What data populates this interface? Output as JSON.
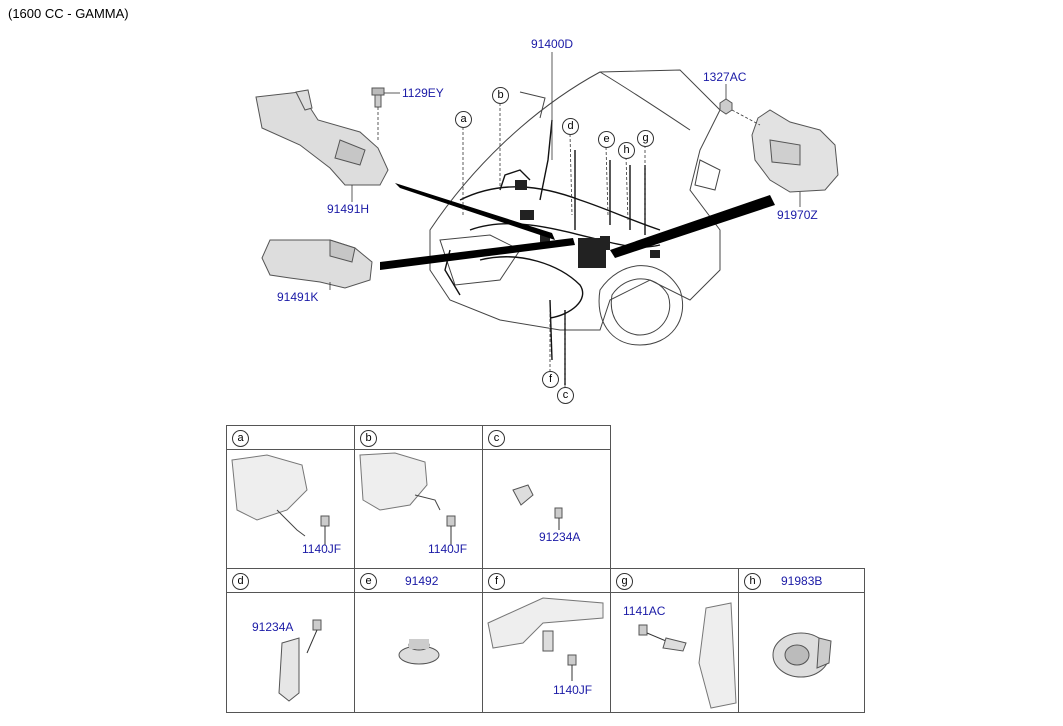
{
  "header": {
    "engine_note": "(1600 CC - GAMMA)"
  },
  "main_labels": {
    "harness": "91400D",
    "bolt_top": "1129EY",
    "bracket_h": "91491H",
    "bracket_k": "91491K",
    "nut": "1327AC",
    "cover": "91970Z"
  },
  "callouts": [
    "a",
    "b",
    "c",
    "d",
    "e",
    "f",
    "g",
    "h"
  ],
  "detail_cells": [
    {
      "letter": "a",
      "header_part": "",
      "parts": [
        "1140JF"
      ]
    },
    {
      "letter": "b",
      "header_part": "",
      "parts": [
        "1140JF"
      ]
    },
    {
      "letter": "c",
      "header_part": "",
      "parts": [
        "91234A"
      ]
    },
    {
      "letter": "d",
      "header_part": "",
      "parts": [
        "91234A"
      ]
    },
    {
      "letter": "e",
      "header_part": "91492",
      "parts": []
    },
    {
      "letter": "f",
      "header_part": "",
      "parts": [
        "1140JF"
      ]
    },
    {
      "letter": "g",
      "header_part": "",
      "parts": [
        "1141AC"
      ]
    },
    {
      "letter": "h",
      "header_part": "91983B",
      "parts": []
    }
  ],
  "colors": {
    "part_number": "#1a1aa6",
    "line": "#222222",
    "band": "#000000"
  }
}
